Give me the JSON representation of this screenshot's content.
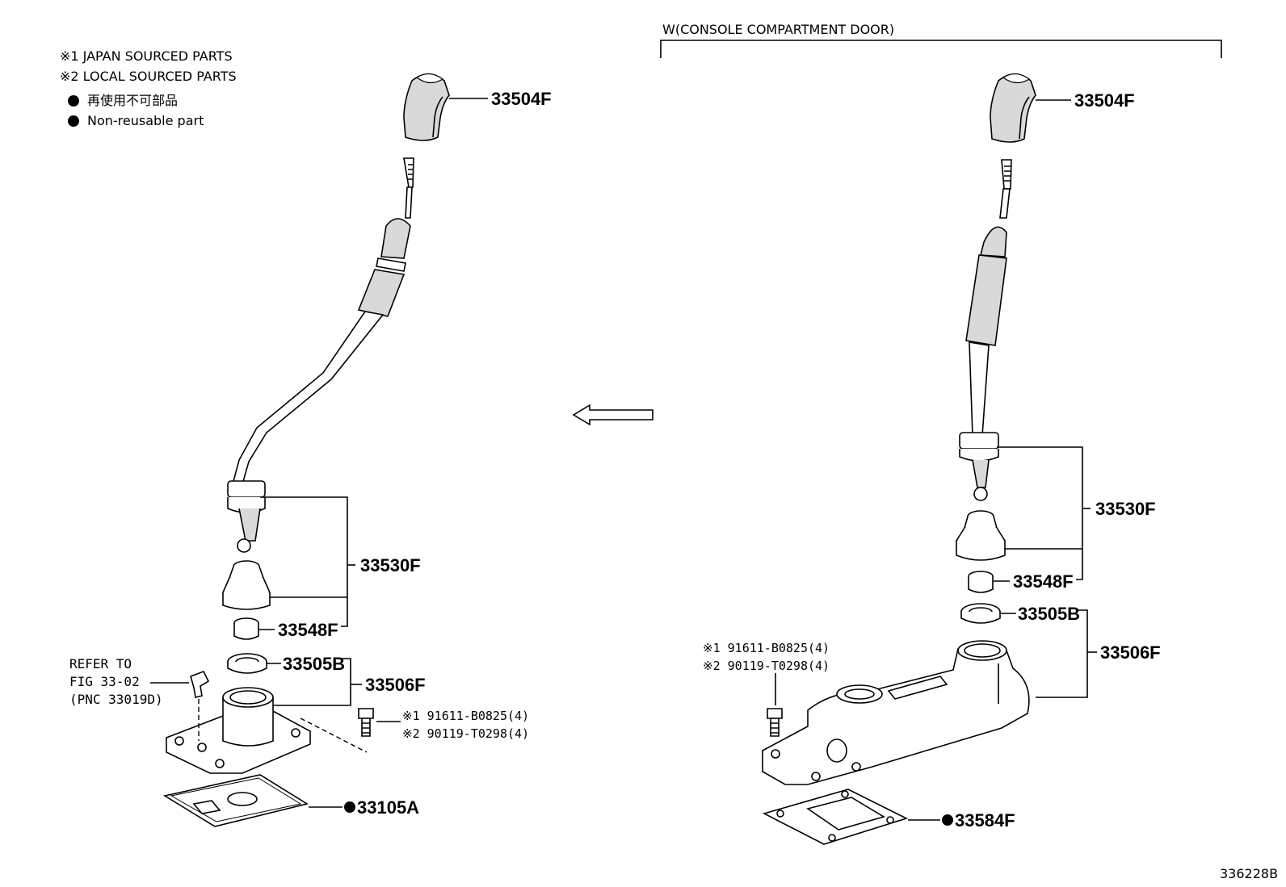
{
  "legend": {
    "line1": "※1 JAPAN SOURCED PARTS",
    "line2": "※2 LOCAL SOURCED PARTS",
    "line3": "再使用不可部品",
    "line4": "Non-reusable part"
  },
  "right_header": "W(CONSOLE COMPARTMENT DOOR)",
  "left": {
    "knob": "33504F",
    "lever_assy": "33530F",
    "bushing": "33548F",
    "seat": "33505B",
    "retainer": "33506F",
    "gasket": "33105A",
    "bolt1": "※1 91611-B0825(4)",
    "bolt2": "※2 90119-T0298(4)",
    "refer1": "REFER TO",
    "refer2": "FIG 33-02",
    "refer3": "(PNC 33019D)"
  },
  "right": {
    "knob": "33504F",
    "lever_assy": "33530F",
    "bushing": "33548F",
    "seat": "33505B",
    "retainer": "33506F",
    "gasket": "33584F",
    "bolt1": "※1 91611-B0825(4)",
    "bolt2": "※2 90119-T0298(4)"
  },
  "figure_code": "336228B"
}
